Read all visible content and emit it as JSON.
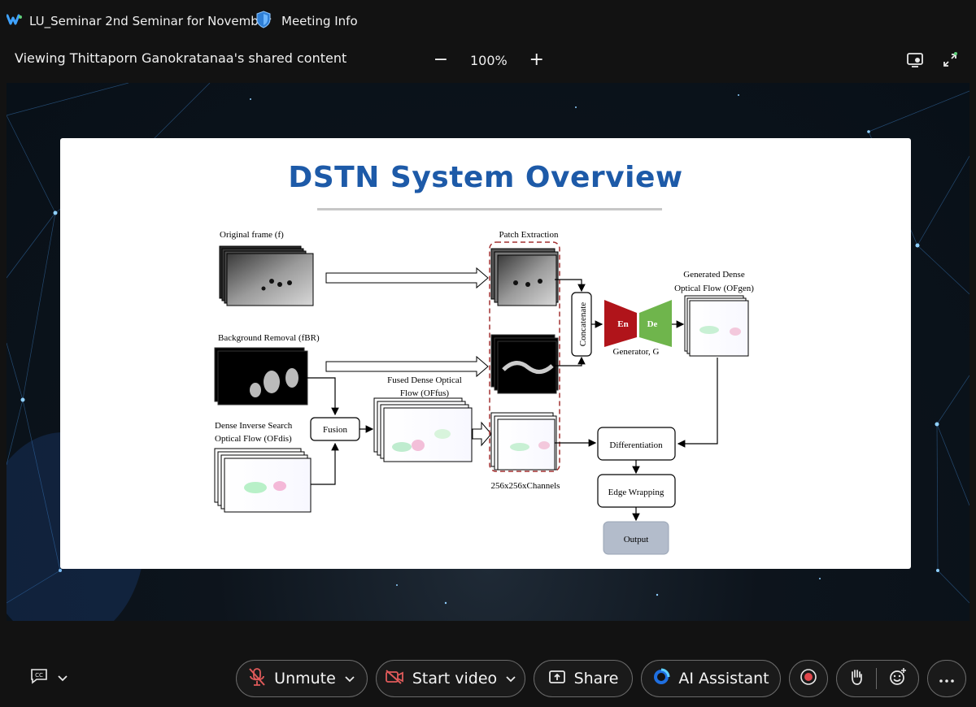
{
  "window": {
    "app_title": "LU_Seminar 2nd Seminar for November",
    "meeting_info_label": "Meeting Info"
  },
  "share": {
    "viewing_text": "Viewing Thittaporn Ganokratanaa's shared content",
    "zoom_level": "100%",
    "zoom_out_symbol": "−",
    "zoom_in_symbol": "+"
  },
  "slide": {
    "title": "DSTN System Overview",
    "diagram": {
      "original_frame": "Original frame (f)",
      "background_removal": "Background Removal (fBR)",
      "dis_line1": "Dense Inverse Search",
      "dis_line2": "Optical Flow (OFdis)",
      "fusion": "Fusion",
      "fused_line1": "Fused Dense Optical",
      "fused_line2": "Flow (OFfus)",
      "patch_extraction": "Patch Extraction",
      "patch_size": "256x256xChannels",
      "concatenate": "Concatenate",
      "encoder": "En",
      "decoder": "De",
      "generator": "Generator, G",
      "gen_line1": "Generated Dense",
      "gen_line2": "Optical Flow (OFgen)",
      "differentiation": "Differentiation",
      "edge_wrapping": "Edge Wrapping",
      "output": "Output"
    }
  },
  "controls": {
    "unmute": "Unmute",
    "start_video": "Start video",
    "share": "Share",
    "ai_assistant": "AI Assistant"
  },
  "colors": {
    "title_blue": "#1d5aa8",
    "encoder_red": "#b0141a",
    "decoder_green": "#6fb54c",
    "unmute_red": "#e05a5a",
    "record_red": "#e0474c",
    "output_box": "#b3bccb"
  }
}
